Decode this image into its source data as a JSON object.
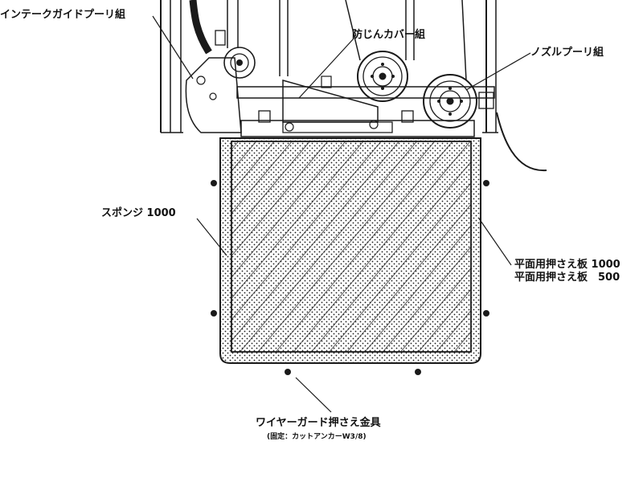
{
  "labels": {
    "intake_guide_pulley": "インテークガイドプーリ組",
    "dust_cover": "防じんカバー組",
    "nozzle_pulley": "ノズルプーリ組",
    "sponge": "スポンジ 1000",
    "plate_1000": "平面用押さえ板 1000",
    "plate_500": "平面用押さえ板　500",
    "wire_guard": "ワイヤーガード押さえ金具",
    "wire_guard_note": "(固定：カットアンカーW3/8)"
  },
  "colors": {
    "line": "#1a1a1a",
    "background": "#ffffff"
  }
}
